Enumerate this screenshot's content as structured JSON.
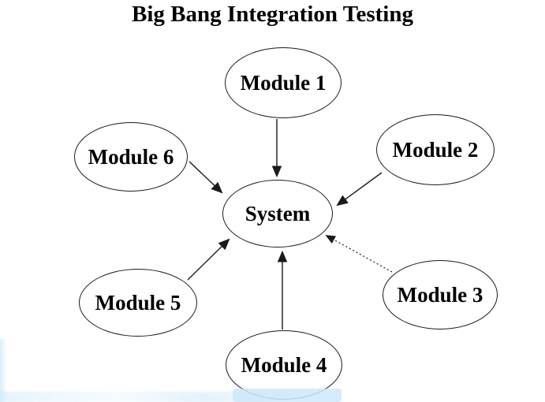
{
  "title": "Big Bang Integration Testing",
  "diagram_type": "hub-and-spoke integration diagram",
  "nodes": [
    {
      "id": "module-1",
      "label": "Module 1"
    },
    {
      "id": "module-2",
      "label": "Module 2"
    },
    {
      "id": "module-3",
      "label": "Module 3"
    },
    {
      "id": "module-4",
      "label": "Module 4"
    },
    {
      "id": "module-5",
      "label": "Module 5"
    },
    {
      "id": "module-6",
      "label": "Module 6"
    },
    {
      "id": "system",
      "label": "System"
    }
  ],
  "edges": [
    {
      "from": "module-1",
      "to": "system",
      "style": "solid"
    },
    {
      "from": "module-2",
      "to": "system",
      "style": "solid"
    },
    {
      "from": "module-3",
      "to": "system",
      "style": "dotted"
    },
    {
      "from": "module-4",
      "to": "system",
      "style": "solid"
    },
    {
      "from": "module-5",
      "to": "system",
      "style": "solid"
    },
    {
      "from": "module-6",
      "to": "system",
      "style": "solid"
    }
  ],
  "colors": {
    "stroke": "#1a1a1a",
    "text": "#000000",
    "background": "#ffffff",
    "edge_artifact_blue": "#cbe7f9"
  }
}
